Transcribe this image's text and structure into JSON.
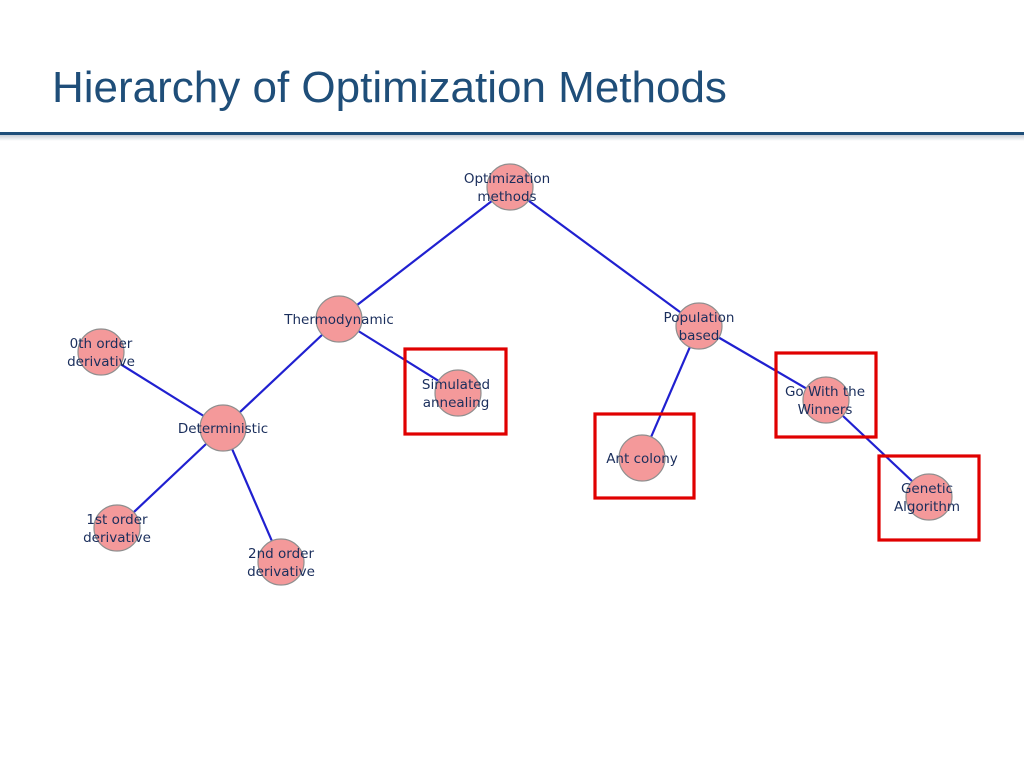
{
  "slide": {
    "title": "Hierarchy of Optimization Methods"
  },
  "colors": {
    "title": "#1f4e79",
    "edge": "#2020d0",
    "node_fill": "#f4999a",
    "node_stroke": "#8f8f8f",
    "highlight_box": "#e00000",
    "label": "#1a2e5c"
  },
  "diagram": {
    "nodes": [
      {
        "id": "optimization-methods",
        "lines": [
          "Optimization",
          "methods"
        ],
        "highlighted": false
      },
      {
        "id": "thermodynamic",
        "lines": [
          "Thermodynamic"
        ],
        "highlighted": false
      },
      {
        "id": "population-based",
        "lines": [
          "Population",
          "based"
        ],
        "highlighted": false
      },
      {
        "id": "0th-order-derivative",
        "lines": [
          "0th order",
          "derivative"
        ],
        "highlighted": false
      },
      {
        "id": "deterministic",
        "lines": [
          "Deterministic"
        ],
        "highlighted": false
      },
      {
        "id": "simulated-annealing",
        "lines": [
          "Simulated",
          "annealing"
        ],
        "highlighted": true
      },
      {
        "id": "1st-order-derivative",
        "lines": [
          "1st order",
          "derivative"
        ],
        "highlighted": false
      },
      {
        "id": "2nd-order-derivative",
        "lines": [
          "2nd order",
          "derivative"
        ],
        "highlighted": false
      },
      {
        "id": "ant-colony",
        "lines": [
          "Ant colony"
        ],
        "highlighted": true
      },
      {
        "id": "go-with-the-winners",
        "lines": [
          "Go With the",
          "Winners"
        ],
        "highlighted": true
      },
      {
        "id": "genetic-algorithm",
        "lines": [
          "Genetic",
          "Algorithm"
        ],
        "highlighted": true
      }
    ],
    "edges": [
      {
        "from": "optimization-methods",
        "to": "thermodynamic"
      },
      {
        "from": "optimization-methods",
        "to": "population-based"
      },
      {
        "from": "thermodynamic",
        "to": "deterministic"
      },
      {
        "from": "thermodynamic",
        "to": "simulated-annealing"
      },
      {
        "from": "deterministic",
        "to": "0th-order-derivative"
      },
      {
        "from": "deterministic",
        "to": "1st-order-derivative"
      },
      {
        "from": "deterministic",
        "to": "2nd-order-derivative"
      },
      {
        "from": "population-based",
        "to": "ant-colony"
      },
      {
        "from": "population-based",
        "to": "go-with-the-winners"
      },
      {
        "from": "go-with-the-winners",
        "to": "genetic-algorithm"
      }
    ]
  }
}
